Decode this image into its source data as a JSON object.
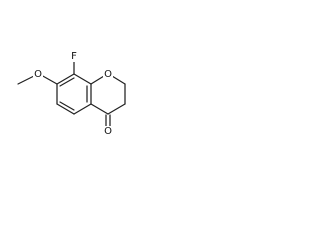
{
  "molecule": {
    "labels": {
      "fluorine": "F",
      "methoxy_oxygen": "O",
      "ring_oxygen": "O",
      "carbonyl_oxygen": "O"
    }
  }
}
